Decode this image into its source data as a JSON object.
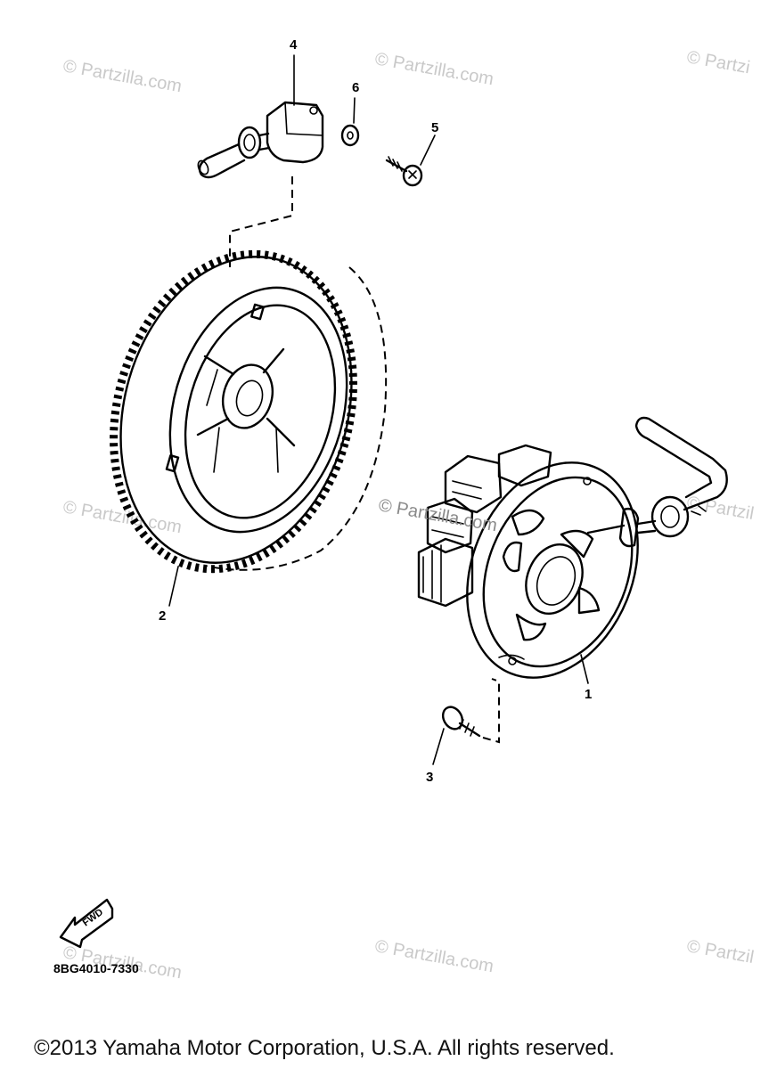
{
  "watermarks": {
    "top_left": "© Partzilla.com",
    "top_middle": "© Partzilla.com",
    "top_right": "© Partzi",
    "mid_left": "© Partzilla.com",
    "center": "© Partzilla.com",
    "mid_right": "© Partzil",
    "bottom_left": "© Partzilla.com",
    "bottom_middle": "© Partzilla.com",
    "bottom_right": "© Partzil"
  },
  "callouts": {
    "c1": "1",
    "c2": "2",
    "c3": "3",
    "c4": "4",
    "c5": "5",
    "c6": "6"
  },
  "fwd_label": "FWD",
  "part_code": "8BG4010-7330",
  "copyright": "©2013 Yamaha Motor Corporation, U.S.A. All rights reserved.",
  "icons": [
    "flywheel",
    "stator-assembly",
    "screw",
    "pickup-coil",
    "bolt",
    "washer",
    "fwd-arrow"
  ]
}
